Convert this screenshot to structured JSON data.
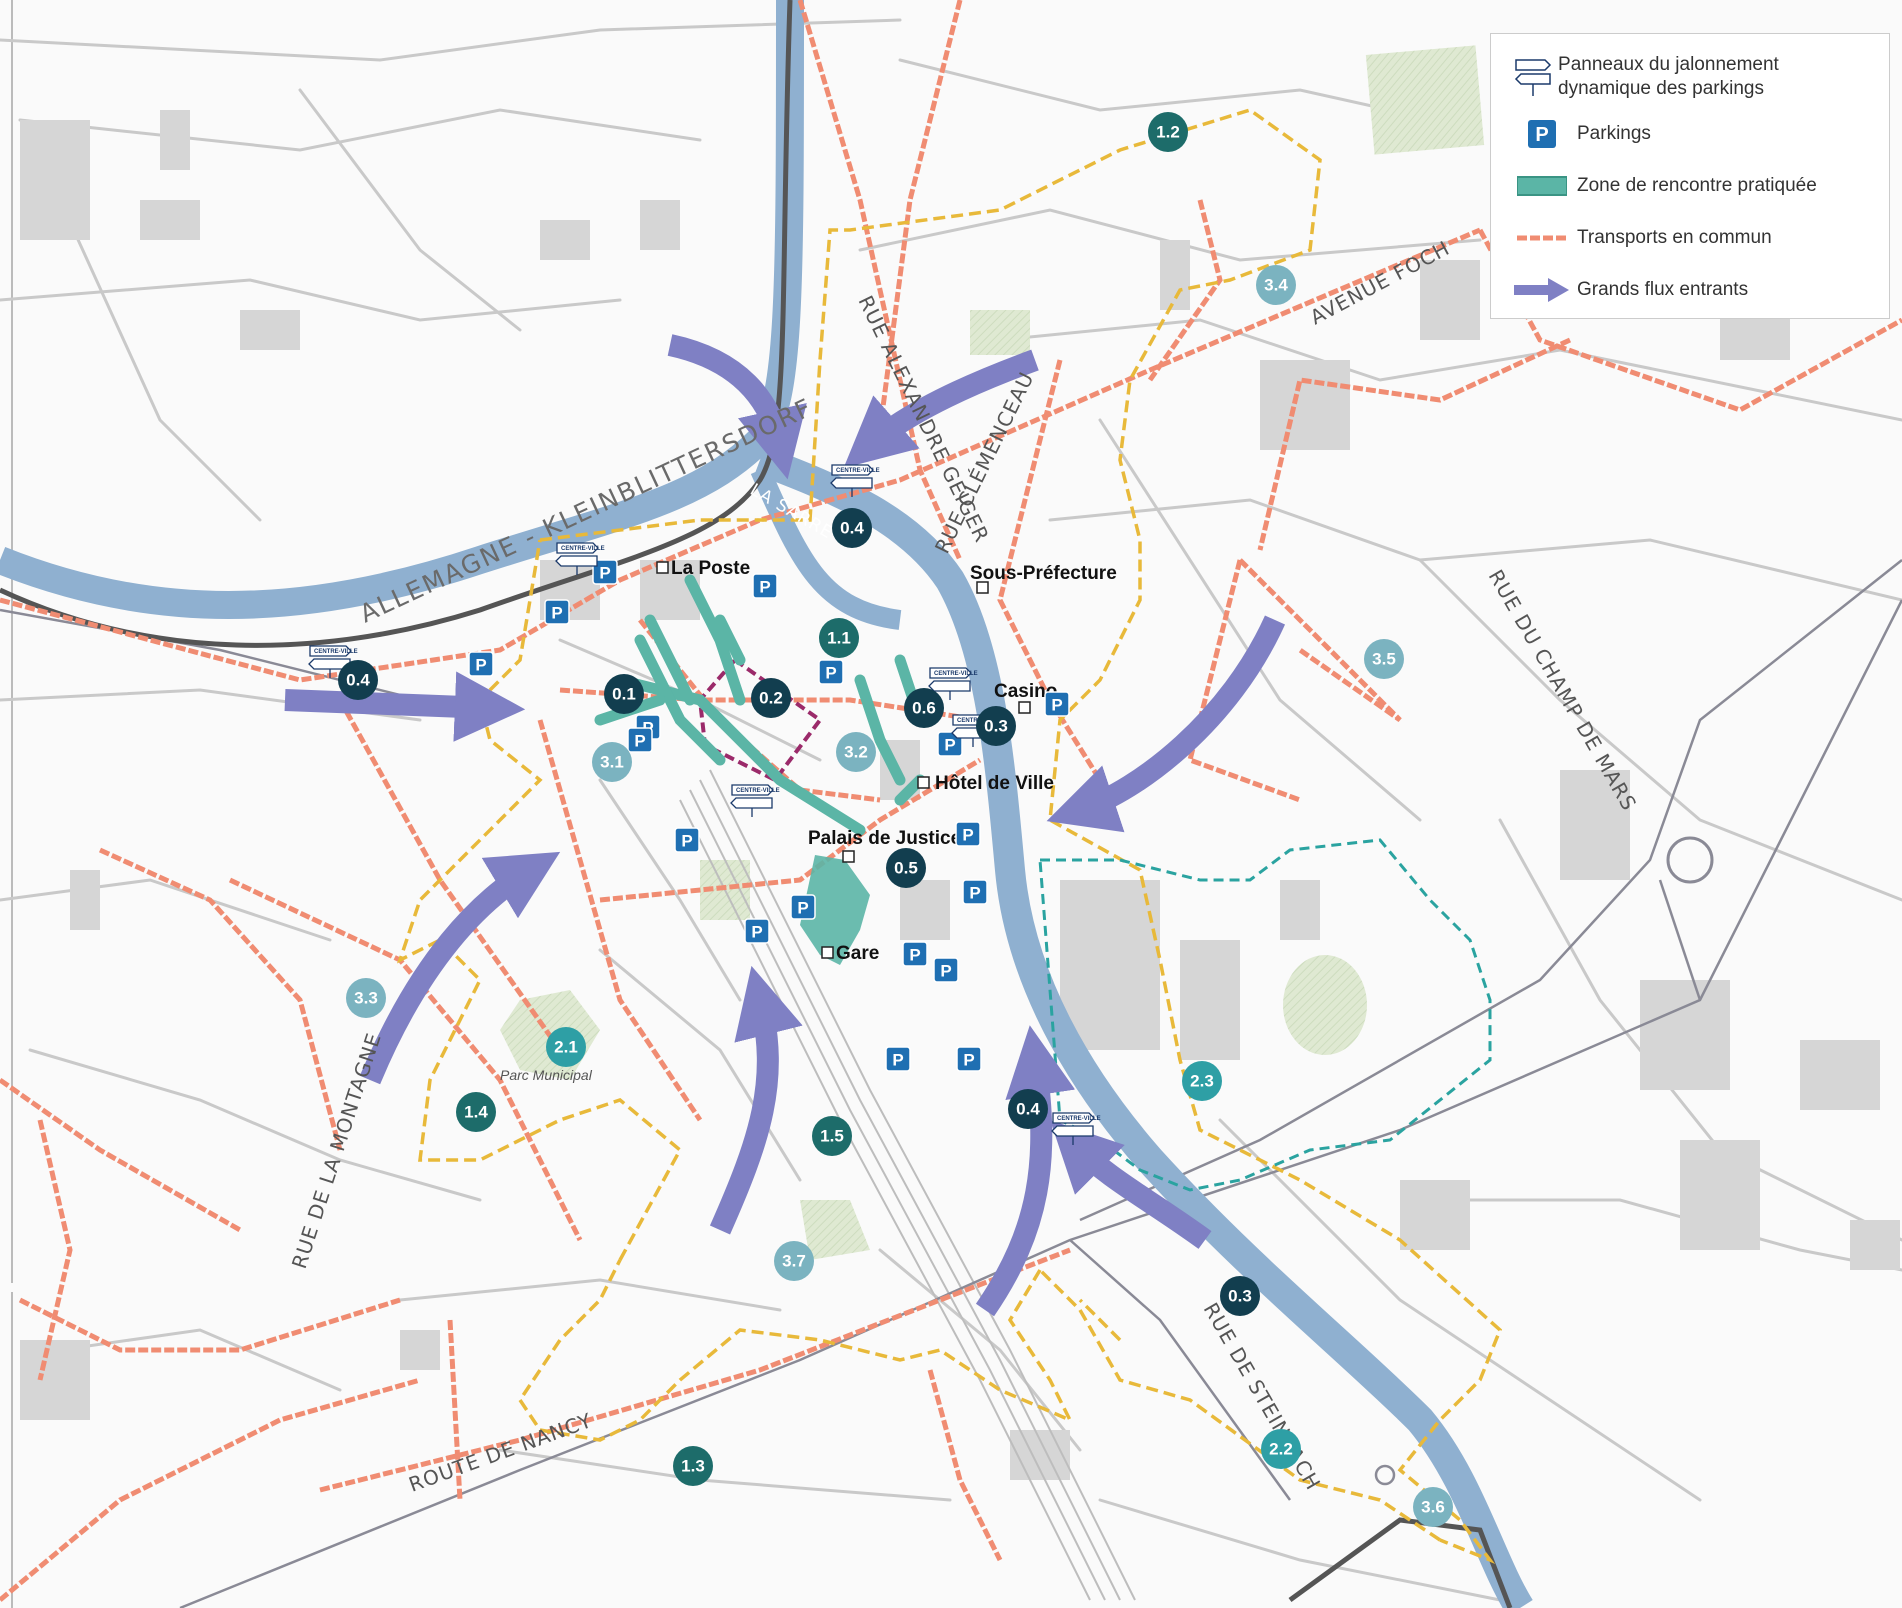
{
  "legend": {
    "items": [
      {
        "label": "Panneaux du jalonnement dynamique des parkings",
        "icon": "direction-sign-icon"
      },
      {
        "label": "Parkings",
        "icon": "parking-icon"
      },
      {
        "label": "Zone de rencontre pratiquée",
        "icon": "meeting-zone-swatch"
      },
      {
        "label": "Transports en commun",
        "icon": "transit-line-swatch"
      },
      {
        "label": "Grands flux entrants",
        "icon": "inbound-flow-arrow-icon"
      }
    ]
  },
  "colors": {
    "river": "#8fb0d0",
    "transit": "#f08c72",
    "perimeter_yellow": "#e8b93a",
    "perimeter_teal": "#2aa3a0",
    "perimeter_purple": "#9b2a6a",
    "flow_arrow": "#7f80c4",
    "meeting_zone": "#5bb5a6",
    "parking_blue": "#1f6fb2",
    "badge_dark": "#123e4f",
    "badge_mid": "#1d6c6a",
    "badge_light": "#7bb3c0",
    "badge_teal": "#2e9fa5",
    "park_green": "#dde9d0",
    "building": "#d6d6d6",
    "street": "#c8c8c8",
    "border_line": "#555555"
  },
  "road_labels": {
    "alexandre_geiger": "RUE ALEXANDRE GEIGER",
    "clemenceau": "RUE CLÉMENCEAU",
    "avenue_foch": "AVENUE FOCH",
    "champ_de_mars": "RUE DU CHAMP DE MARS",
    "montagne": "RUE DE LA MONTAGNE",
    "nancy": "ROUTE DE NANCY",
    "steinbach": "RUE DE STEINBACH"
  },
  "border_label": "ALLEMAGNE - KLEINBLITTERSDORF",
  "river_label": "LA SARRE",
  "places": {
    "la_poste": "La Poste",
    "sous_prefecture": "Sous-Préfecture",
    "casino": "Casino",
    "hotel_de_ville": "Hôtel de Ville",
    "palais_de_justice": "Palais de Justice",
    "gare": "Gare",
    "parc_municipal": "Parc Municipal"
  },
  "sign_text": "CENTRE-VILLE",
  "parking_letter": "P",
  "badges": [
    {
      "id": "0.1",
      "tone": "dark"
    },
    {
      "id": "0.2",
      "tone": "dark"
    },
    {
      "id": "0.3",
      "tone": "dark"
    },
    {
      "id": "0.3",
      "tone": "dark"
    },
    {
      "id": "0.4",
      "tone": "dark"
    },
    {
      "id": "0.4",
      "tone": "dark"
    },
    {
      "id": "0.4",
      "tone": "dark"
    },
    {
      "id": "0.5",
      "tone": "dark"
    },
    {
      "id": "0.6",
      "tone": "dark"
    },
    {
      "id": "1.1",
      "tone": "mid"
    },
    {
      "id": "1.2",
      "tone": "mid"
    },
    {
      "id": "1.3",
      "tone": "mid"
    },
    {
      "id": "1.4",
      "tone": "mid"
    },
    {
      "id": "1.5",
      "tone": "mid"
    },
    {
      "id": "2.1",
      "tone": "teal"
    },
    {
      "id": "2.2",
      "tone": "teal"
    },
    {
      "id": "2.3",
      "tone": "teal"
    },
    {
      "id": "3.1",
      "tone": "light"
    },
    {
      "id": "3.2",
      "tone": "light"
    },
    {
      "id": "3.3",
      "tone": "light"
    },
    {
      "id": "3.4",
      "tone": "light"
    },
    {
      "id": "3.5",
      "tone": "light"
    },
    {
      "id": "3.6",
      "tone": "light"
    },
    {
      "id": "3.7",
      "tone": "light"
    }
  ]
}
